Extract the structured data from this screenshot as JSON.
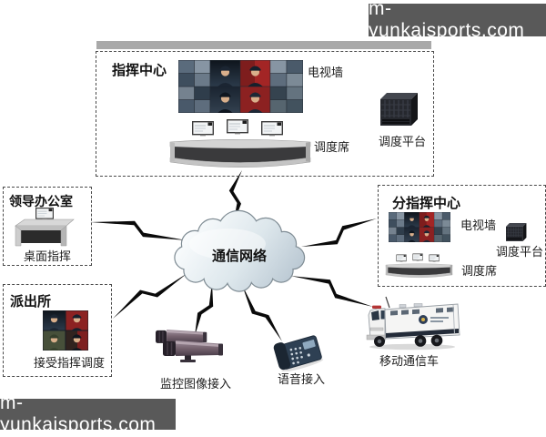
{
  "watermark_top": {
    "text": "m-yunkaisports.com"
  },
  "watermark_bottom": {
    "text": "m-yunkaisports.com"
  },
  "diagram": {
    "command_center": {
      "title": "指挥中心",
      "tv_wall_label": "电视墙",
      "dispatch_seat_label": "调度席",
      "dispatch_platform_label": "调度平台"
    },
    "leader_office": {
      "title": "领导办公室",
      "desktop_label": "桌面指挥"
    },
    "police_station": {
      "title": "派出所",
      "caption": "接受指挥调度"
    },
    "network_cloud": {
      "label": "通信网络"
    },
    "sub_command_center": {
      "title": "分指挥中心",
      "tv_wall_label": "电视墙",
      "dispatch_platform_label": "调度平台",
      "dispatch_seat_label": "调度席"
    },
    "camera_access": {
      "label": "监控图像接入"
    },
    "voice_access": {
      "label": "语音接入"
    },
    "mobile_vehicle": {
      "label": "移动通信车"
    }
  },
  "colors": {
    "watermark_bg": "#595959",
    "watermark_text": "#ffffff",
    "cloud_fill_light": "#f4f8fa",
    "cloud_fill_dark": "#b9c7d2",
    "cloud_stroke": "#7f8c94",
    "lightning": "#0a0a0a",
    "dashed_border": "#4a4a4a",
    "top_bar": "#a9a9a9"
  }
}
